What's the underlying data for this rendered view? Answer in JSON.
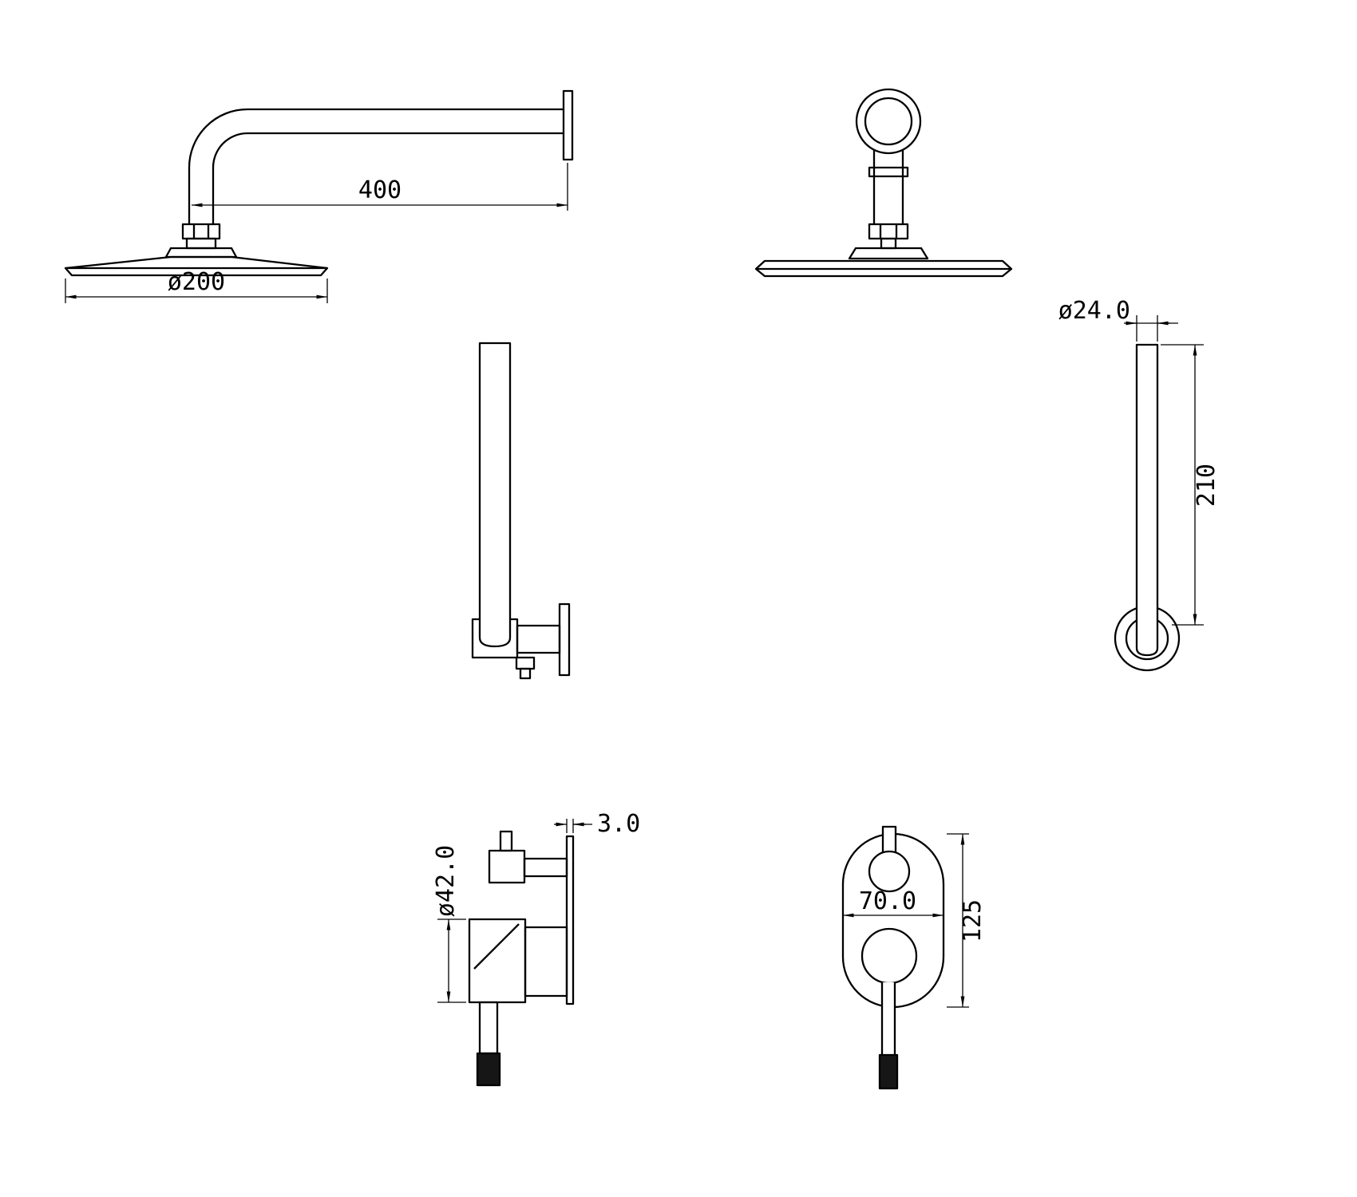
{
  "document": {
    "type": "technical-drawing",
    "background": "#ffffff",
    "line_color": "#000000",
    "knurl_color": "#161616"
  },
  "views": {
    "shower_arm_side": {
      "dims": {
        "arm_length": "400",
        "head_diameter": "ø200"
      }
    },
    "outlet_front": {
      "dims": {
        "tube_diameter": "ø24.0",
        "tube_length": "210"
      }
    },
    "mixer_side": {
      "dims": {
        "plate_thickness": "3.0",
        "body_diameter": "ø42.0"
      }
    },
    "mixer_front": {
      "dims": {
        "plate_width": "70.0",
        "plate_height": "125"
      }
    }
  }
}
